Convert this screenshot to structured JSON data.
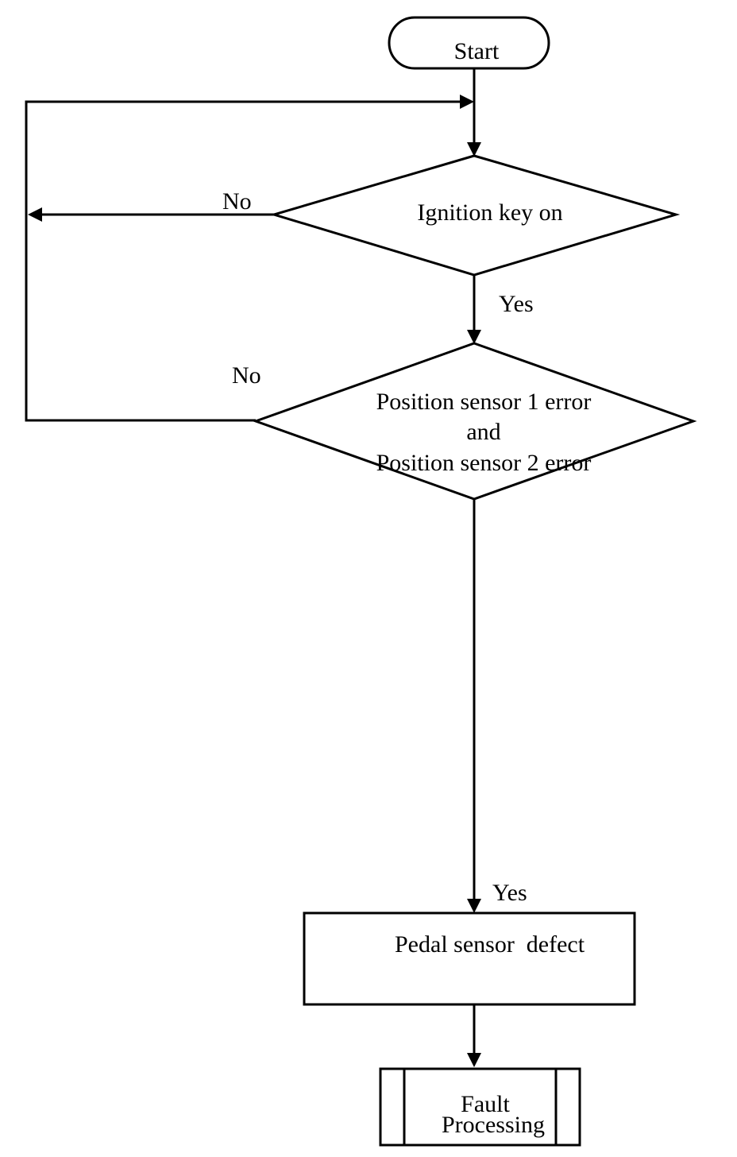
{
  "flowchart": {
    "start": {
      "label": "Start"
    },
    "decision_ignition": {
      "label": "Ignition key on",
      "yes_label": "Yes",
      "no_label": "No"
    },
    "decision_sensors": {
      "line1": "Position sensor 1 error",
      "line2": "and",
      "line3": "Position sensor 2 error",
      "yes_label": "Yes",
      "no_label": "No"
    },
    "process_defect": {
      "label": "Pedal sensor  defect"
    },
    "subprocess_fault": {
      "line1": "Fault",
      "line2": "Processing"
    }
  }
}
